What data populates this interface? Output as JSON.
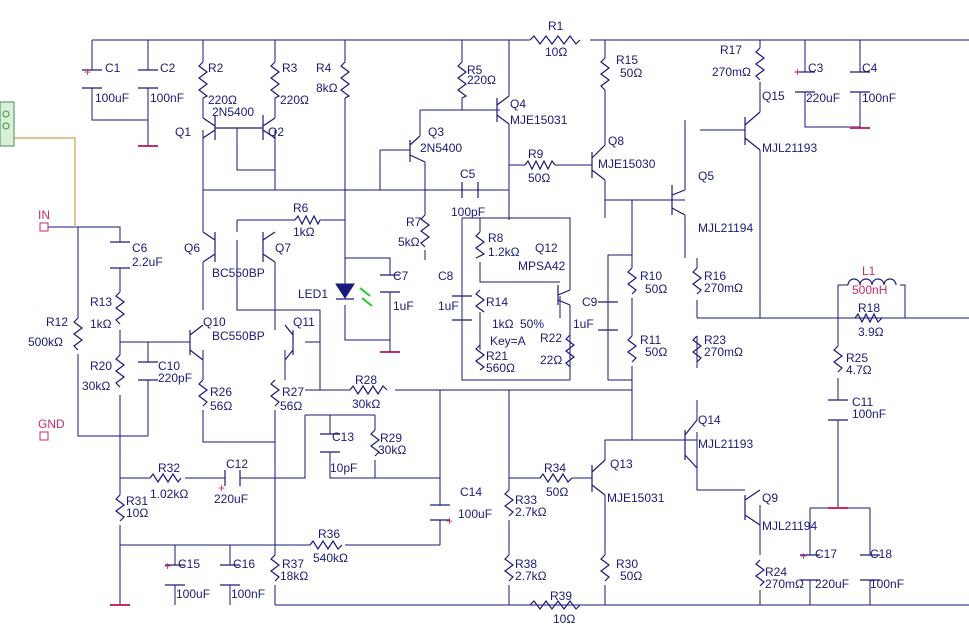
{
  "colors": {
    "wire": "#1a1a7a",
    "port": "#cc2a6a",
    "input_wire": "#d2a050",
    "led_arrow": "#22cc22",
    "connector": "#4a8a5a"
  },
  "ports": {
    "in": "IN",
    "gnd": "GND"
  },
  "labels": {
    "C1": "C1",
    "C1v": "100uF",
    "C2": "C2",
    "C2v": "100nF",
    "R2": "R2",
    "R2v": "220Ω",
    "R3": "R3",
    "R3v": "220Ω",
    "Q1": "Q1",
    "Q2": "Q2",
    "Q12type": "2N5400",
    "R4": "R4",
    "R4v": "8kΩ",
    "R5": "R5",
    "R5v": "220Ω",
    "Q4": "Q4",
    "Q4type": "MJE15031",
    "R1": "R1",
    "R1v": "10Ω",
    "R15": "R15",
    "R15v": "50Ω",
    "R17": "R17",
    "R17v": "270mΩ",
    "C3": "C3",
    "C3v": "220uF",
    "C4": "C4",
    "C4v": "100nF",
    "Q15": "Q15",
    "Q15type": "MJL21193",
    "Q3": "Q3",
    "Q3type": "2N5400",
    "Q8": "Q8",
    "Q8type": "MJE15030",
    "R9": "R9",
    "R9v": "50Ω",
    "C5": "C5",
    "C5v": "100pF",
    "Q5": "Q5",
    "Q5type": "MJL21194",
    "R6": "R6",
    "R6v": "1kΩ",
    "Q6": "Q6",
    "Q7": "Q7",
    "Q67type": "BC550BP",
    "R7": "R7",
    "R7v": "5kΩ",
    "R8": "R8",
    "R8v": "1.2kΩ",
    "Q12": "Q12",
    "Q12mtype": "MPSA42",
    "LED1": "LED1",
    "C7": "C7",
    "C7v": "1uF",
    "C8": "C8",
    "C8v": "1uF",
    "R14": "R14",
    "R14v": "1kΩ",
    "R14pct": "50%",
    "R14key": "Key=A",
    "R21": "R21",
    "R21v": "560Ω",
    "R22": "R22",
    "R22v": "22Ω",
    "C9": "C9",
    "C9v": "1uF",
    "R10": "R10",
    "R10v": "50Ω",
    "R16": "R16",
    "R16v": "270mΩ",
    "L1": "L1",
    "L1v": "500nH",
    "R18": "R18",
    "R18v": "3.9Ω",
    "C6": "C6",
    "C6v": "2.2uF",
    "R13": "R13",
    "R13v": "1kΩ",
    "R12": "R12",
    "R12v": "500kΩ",
    "Q10": "Q10",
    "Q11": "Q11",
    "Q1011type": "BC550BP",
    "R11": "R11",
    "R11v": "50Ω",
    "R23": "R23",
    "R23v": "270mΩ",
    "R25": "R25",
    "R25v": "4.7Ω",
    "R20": "R20",
    "R20v": "30kΩ",
    "C10": "C10",
    "C10v": "220pF",
    "R26": "R26",
    "R26v": "56Ω",
    "R27": "R27",
    "R27v": "56Ω",
    "R28": "R28",
    "R28v": "30kΩ",
    "C11": "C11",
    "C11v": "100nF",
    "C13": "C13",
    "C13v": "10pF",
    "R29": "R29",
    "R29v": "30kΩ",
    "Q14": "Q14",
    "Q14type": "MJL21193",
    "R32": "R32",
    "R32v": "1.02kΩ",
    "C12": "C12",
    "C12v": "220uF",
    "C14": "C14",
    "C14v": "100uF",
    "R34": "R34",
    "R34v": "50Ω",
    "Q13": "Q13",
    "Q13type": "MJE15031",
    "R31": "R31",
    "R31v": "10Ω",
    "R33": "R33",
    "R33v": "2.7kΩ",
    "Q9": "Q9",
    "Q9type": "MJL21194",
    "R36": "R36",
    "R36v": "540kΩ",
    "C15": "C15",
    "C15v": "100uF",
    "C16": "C16",
    "C16v": "100nF",
    "R37": "R37",
    "R37v": "18kΩ",
    "R38": "R38",
    "R38v": "2.7kΩ",
    "R30": "R30",
    "R30v": "50Ω",
    "R24": "R24",
    "R24v": "270mΩ",
    "C17": "C17",
    "C17v": "220uF",
    "C18": "C18",
    "C18v": "100nF",
    "R39": "R39",
    "R39v": "10Ω"
  }
}
